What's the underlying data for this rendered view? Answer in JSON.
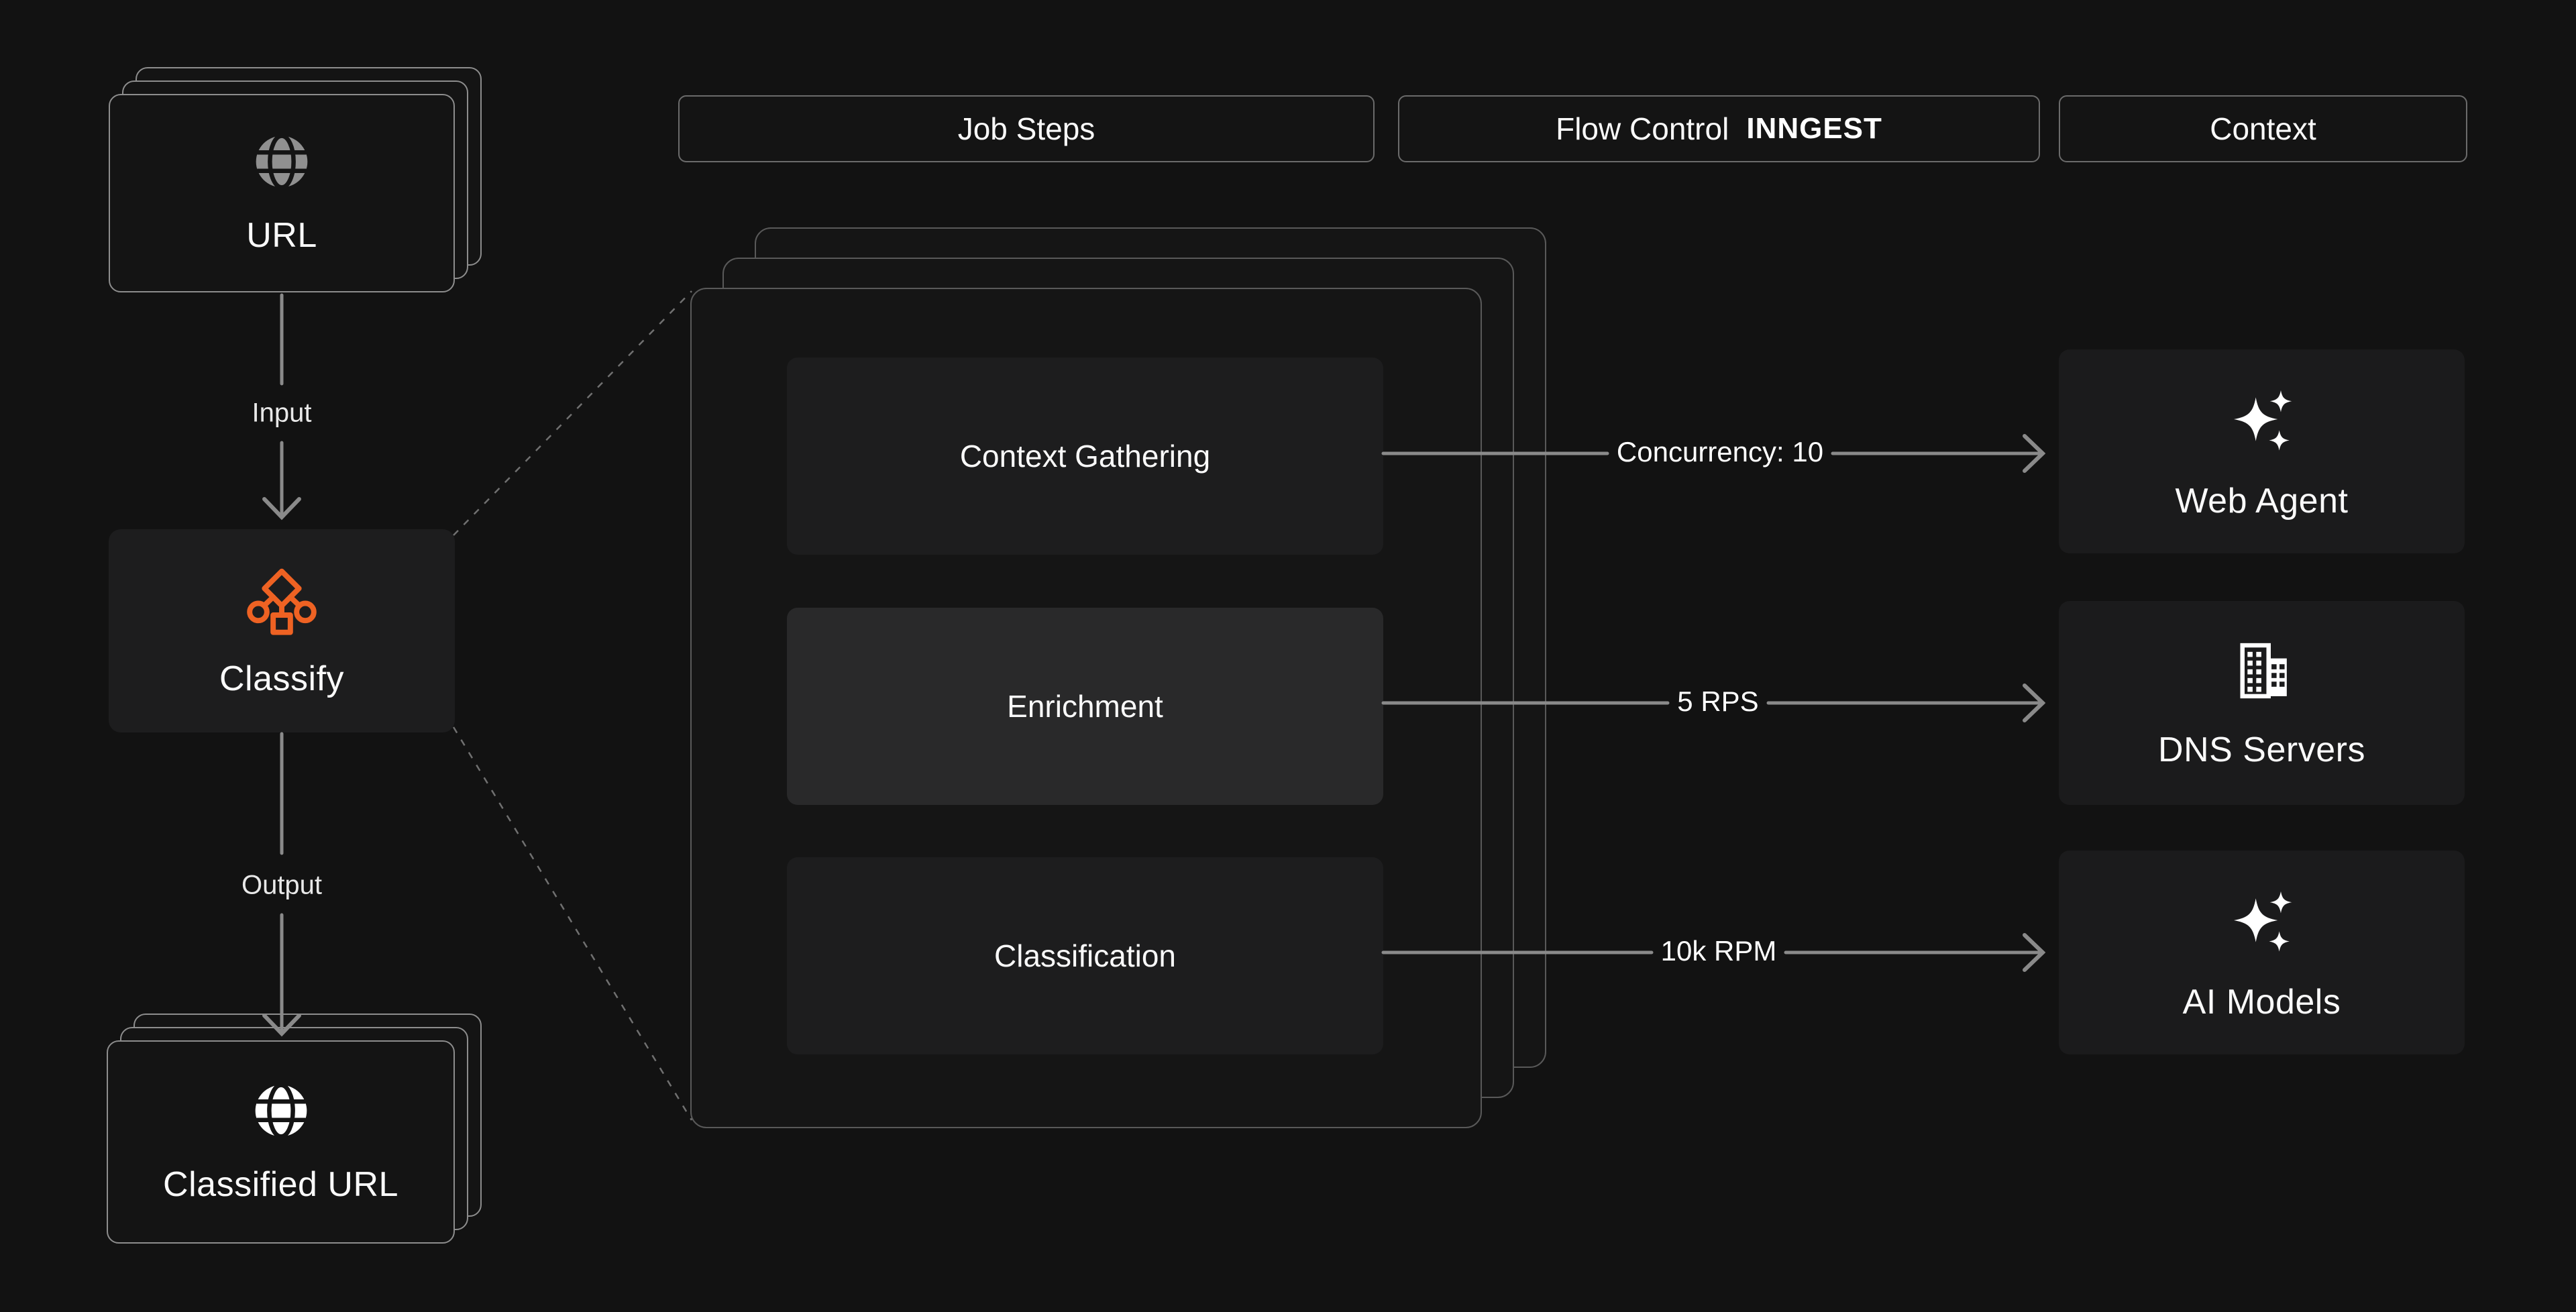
{
  "nodes": {
    "input": {
      "label": "URL",
      "icon": "globe-icon"
    },
    "classify": {
      "label": "Classify",
      "icon": "decision-tree-icon"
    },
    "output": {
      "label": "Classified URL",
      "icon": "globe-icon"
    }
  },
  "edge_labels": {
    "input": "Input",
    "output": "Output"
  },
  "columns": {
    "job_steps": {
      "label": "Job Steps"
    },
    "flow_control": {
      "label": "Flow Control",
      "brand": "INNGEST"
    },
    "context": {
      "label": "Context"
    }
  },
  "steps": [
    {
      "label": "Context Gathering"
    },
    {
      "label": "Enrichment"
    },
    {
      "label": "Classification"
    }
  ],
  "flow_controls": [
    {
      "label": "Concurrency: 10"
    },
    {
      "label": "5 RPS"
    },
    {
      "label": "10k RPM"
    }
  ],
  "context_cards": [
    {
      "label": "Web Agent",
      "icon": "sparkles-icon"
    },
    {
      "label": "DNS Servers",
      "icon": "building-icon"
    },
    {
      "label": "AI Models",
      "icon": "sparkles-icon"
    }
  ],
  "colors": {
    "background": "#121212",
    "accent_orange": "#ee6223",
    "arrow_gray": "#8a8a8a",
    "card_border": "#8d8d8d",
    "panel_border": "#595959"
  }
}
